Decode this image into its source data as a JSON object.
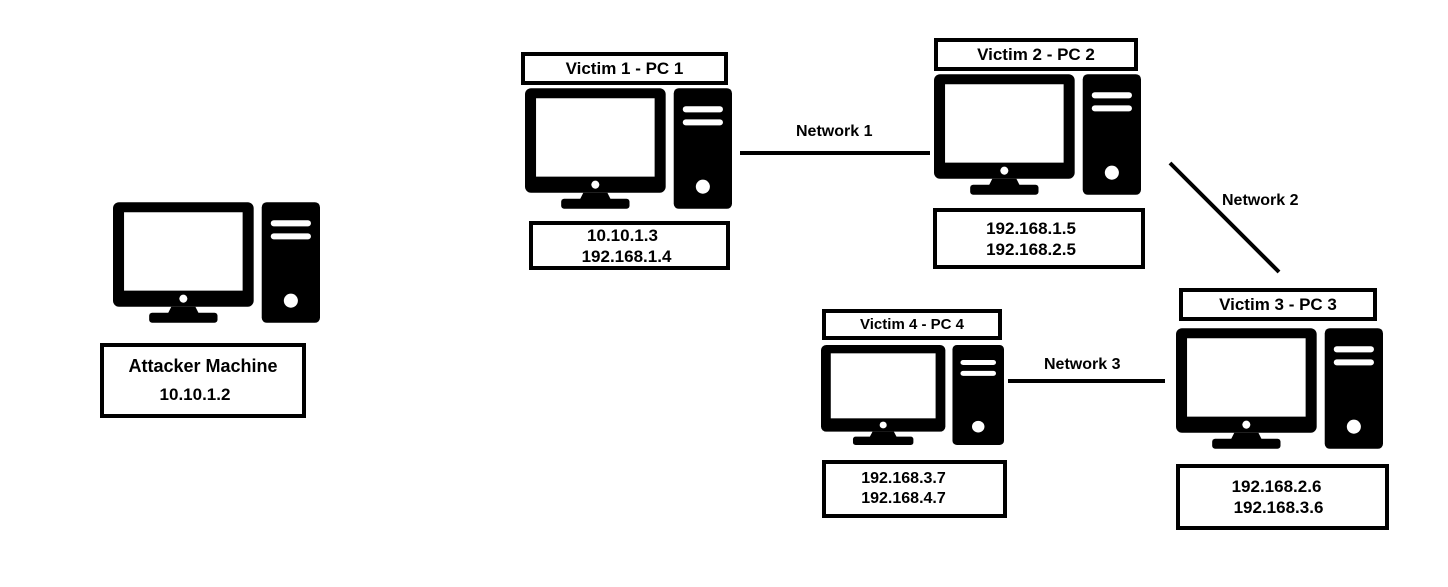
{
  "attacker": {
    "title": "Attacker Machine",
    "ips": [
      "10.10.1.2"
    ]
  },
  "victims": [
    {
      "title": "Victim 1 - PC 1",
      "ips": [
        "10.10.1.3",
        "192.168.1.4"
      ]
    },
    {
      "title": "Victim 2 - PC 2",
      "ips": [
        "192.168.1.5",
        "192.168.2.5"
      ]
    },
    {
      "title": "Victim 3 - PC 3",
      "ips": [
        "192.168.2.6",
        "192.168.3.6"
      ]
    },
    {
      "title": "Victim 4 - PC 4",
      "ips": [
        "192.168.3.7",
        "192.168.4.7"
      ]
    }
  ],
  "networks": [
    "Network 1",
    "Network 2",
    "Network 3"
  ],
  "icon": "desktop-computer-icon",
  "colors": {
    "line": "#000000",
    "background": "#ffffff"
  }
}
